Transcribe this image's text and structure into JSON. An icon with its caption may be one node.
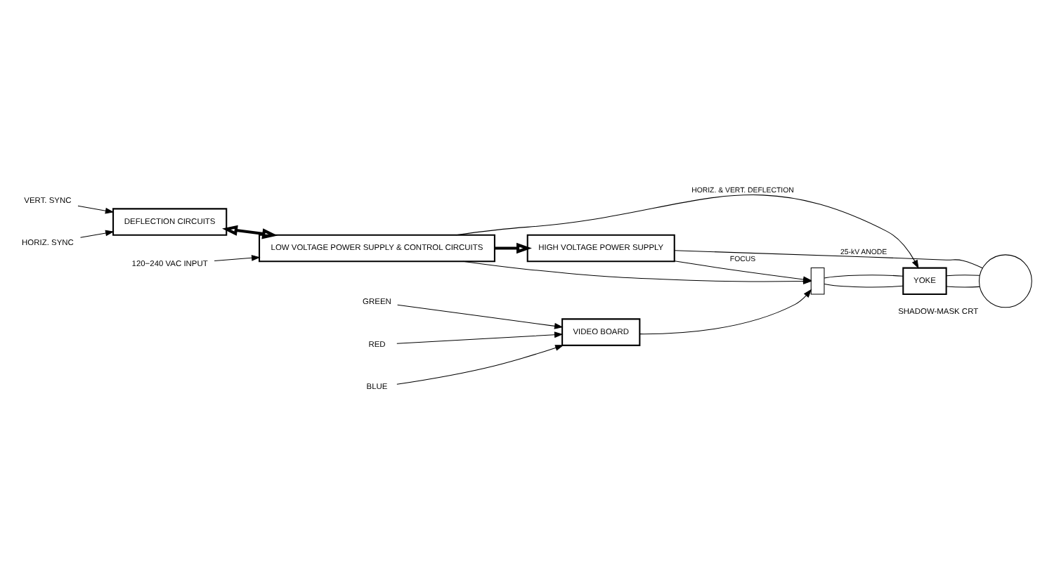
{
  "diagram": {
    "nodes": [
      {
        "text": [
          "VERT. SYNC"
        ]
      },
      {
        "text": [
          "HORIZ. SYNC"
        ]
      },
      {
        "text": [
          "DEFLECTION CIRCUITS"
        ]
      },
      {
        "text": [
          "120−240 VAC INPUT"
        ]
      },
      {
        "text": [
          "LOW VOLTAGE POWER SUPPLY & CONTROL CIRCUITS"
        ]
      },
      {
        "text": [
          "HIGH VOLTAGE POWER SUPPLY"
        ]
      },
      {
        "text": [],
        "shape": "box"
      },
      {
        "text": [
          "YOKE"
        ]
      },
      {
        "text": [],
        "shape": "circle",
        "beside": [
          "SHADOW-MASK CRT"
        ]
      },
      {
        "text": [
          "GREEN"
        ]
      },
      {
        "text": [
          "RED"
        ]
      },
      {
        "text": [
          "BLUE"
        ]
      },
      {
        "text": [
          "VIDEO BOARD"
        ]
      }
    ],
    "edges": [
      {
        "from": 0,
        "to": 2,
        "arrow": "to"
      },
      {
        "from": 1,
        "to": 2,
        "arrow": "to"
      },
      {
        "from": 2,
        "to": 4,
        "arrow": "both",
        "style": "thick"
      },
      {
        "from": 3,
        "to": 4,
        "arrow": "to"
      },
      {
        "from": 4,
        "to": 5,
        "arrow": "to",
        "style": "thick"
      },
      {
        "from": 4,
        "to": 7,
        "arrow": "to",
        "label": "HORIZ. & VERT. DEFLECTION"
      },
      {
        "from": 5,
        "to": 8,
        "arrow": "none",
        "label": "25-kV ANODE"
      },
      {
        "from": 5,
        "to": 6,
        "arrow": "to",
        "label": "FOCUS"
      },
      {
        "from": 4,
        "to": 6,
        "arrow": "to"
      },
      {
        "from": 12,
        "to": 6,
        "arrow": "to"
      },
      {
        "from": 6,
        "to": 7,
        "arrow": "none"
      },
      {
        "from": 6,
        "to": 7,
        "arrow": "none"
      },
      {
        "from": 7,
        "to": 8,
        "arrow": "none"
      },
      {
        "from": 7,
        "to": 8,
        "arrow": "none"
      },
      {
        "from": 9,
        "to": 12,
        "arrow": "to"
      },
      {
        "from": 10,
        "to": 12,
        "arrow": "to"
      },
      {
        "from": 11,
        "to": 12,
        "arrow": "to"
      }
    ]
  }
}
